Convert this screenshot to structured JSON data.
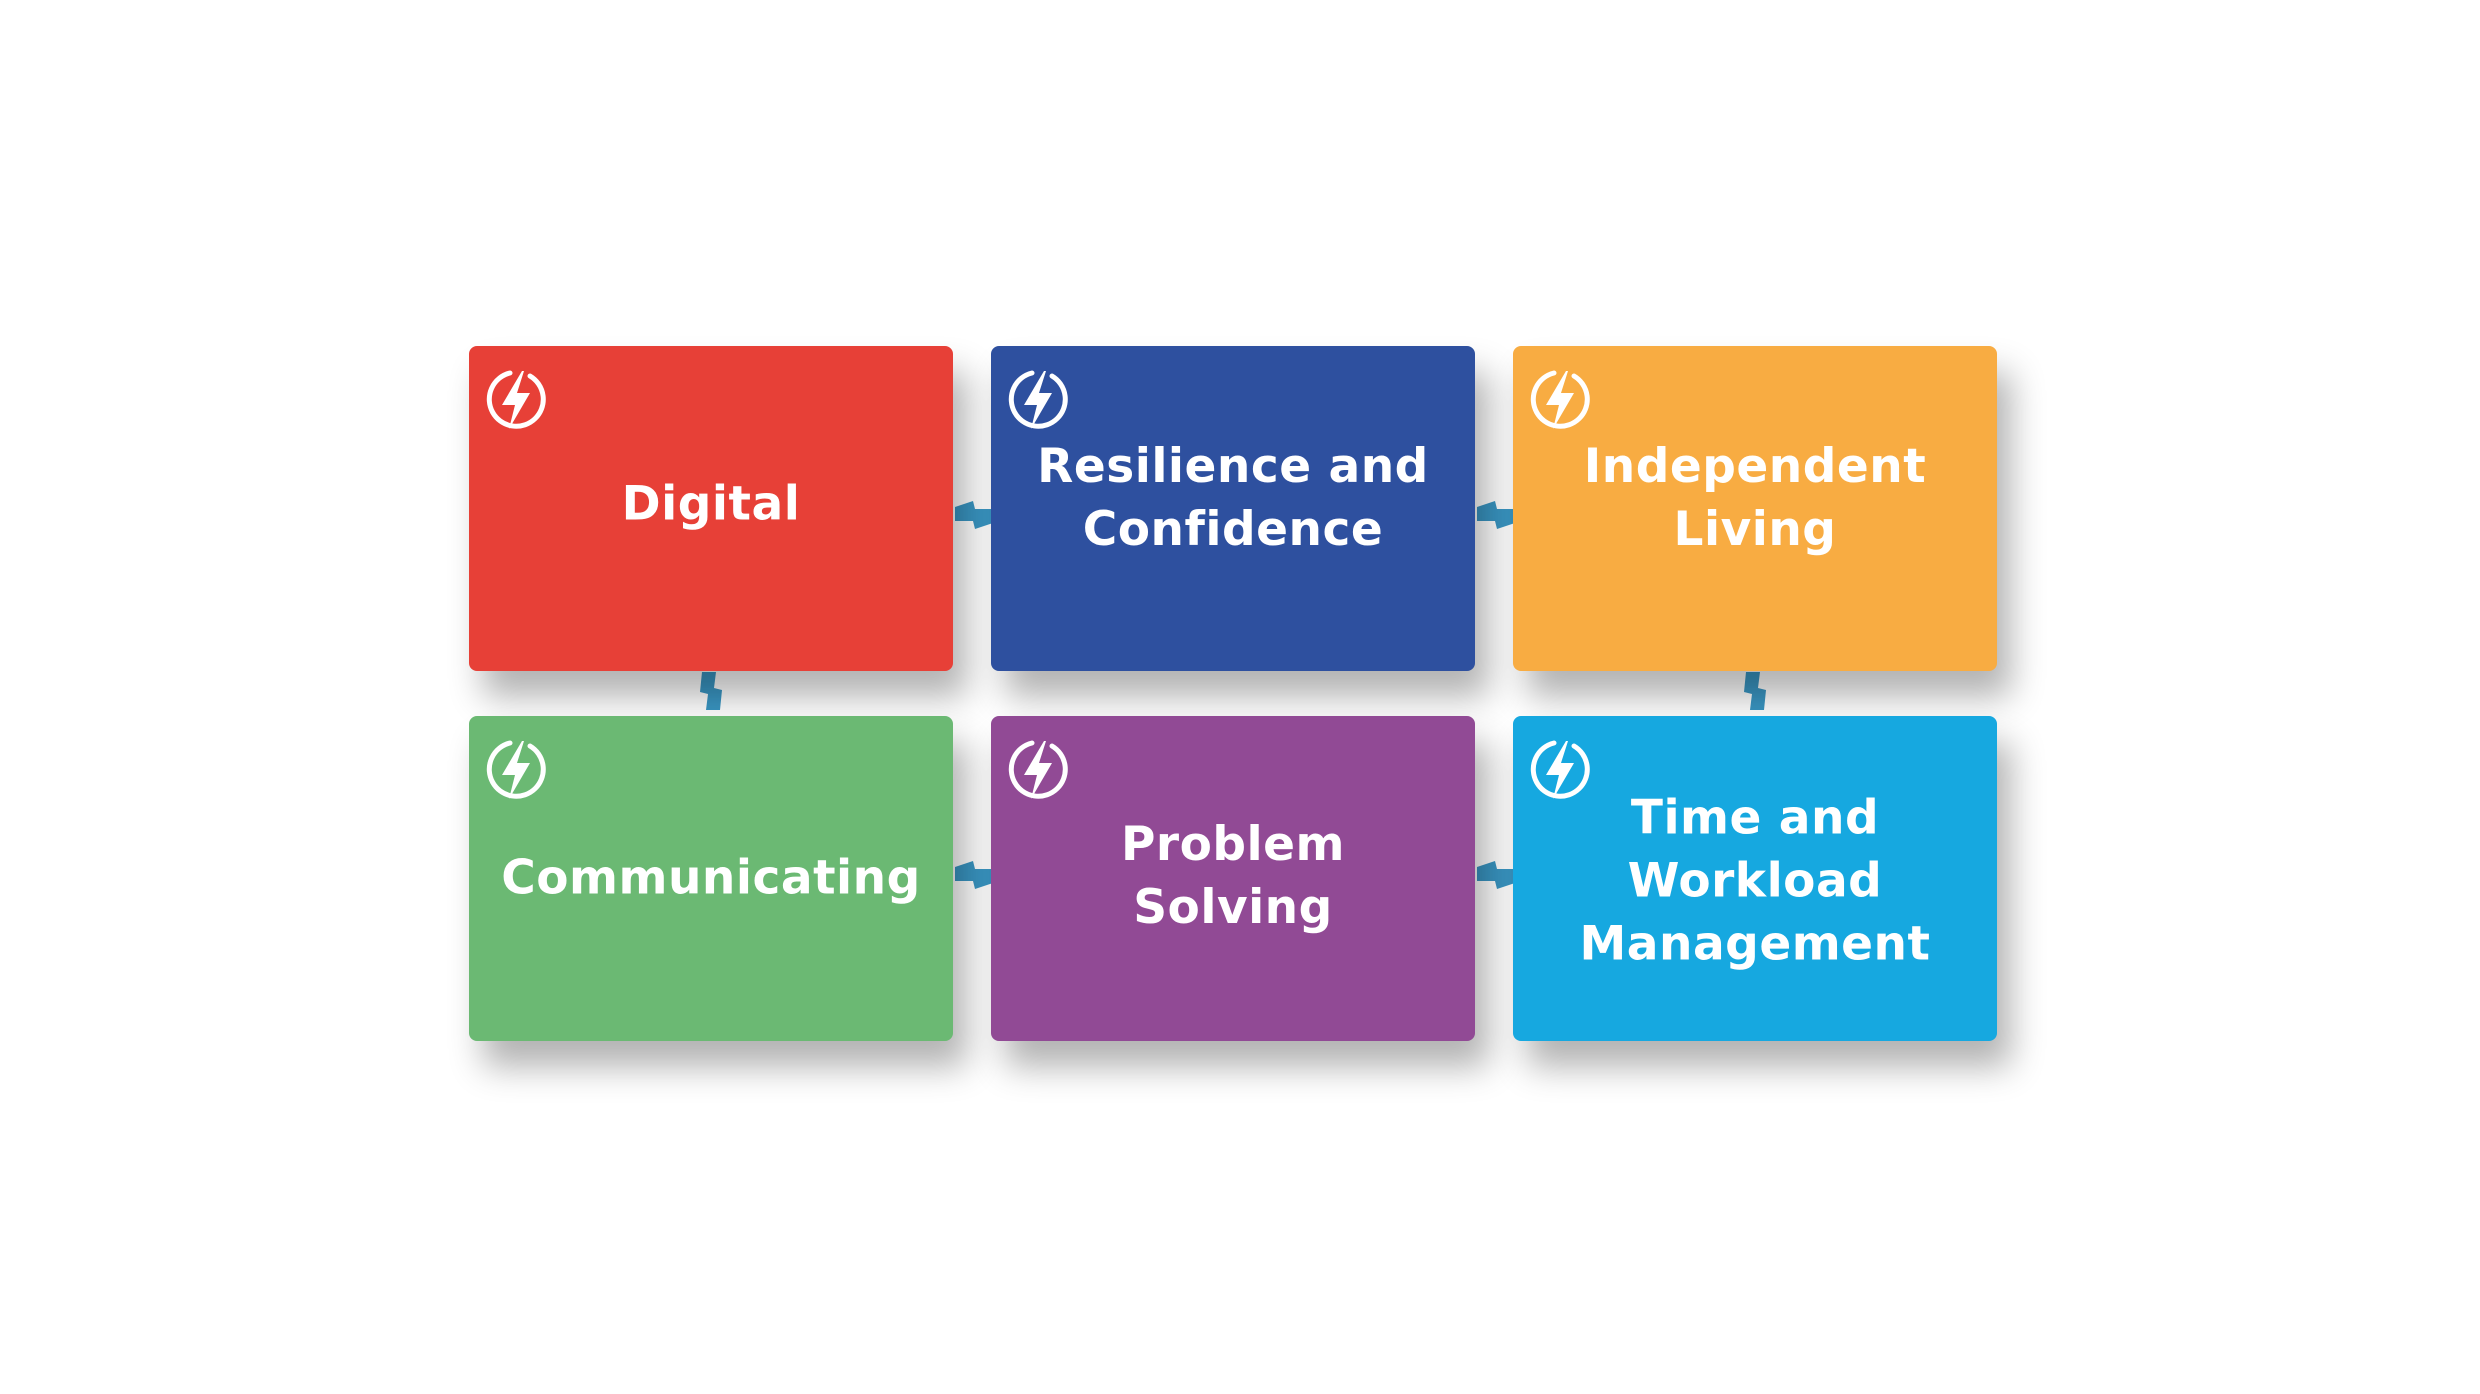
{
  "diagram": {
    "tiles": [
      {
        "label": "Digital",
        "color": "#E74037"
      },
      {
        "label": "Resilience and\nConfidence",
        "color": "#2E509F"
      },
      {
        "label": "Independent\nLiving",
        "color": "#F8AC42"
      },
      {
        "label": "Communicating",
        "color": "#6BB973"
      },
      {
        "label": "Problem\nSolving",
        "color": "#914A95"
      },
      {
        "label": "Time and\nWorkload\nManagement",
        "color": "#16A8E0"
      }
    ],
    "connector_color": "#3A97C4",
    "icon": "lightning-bolt-icon"
  }
}
